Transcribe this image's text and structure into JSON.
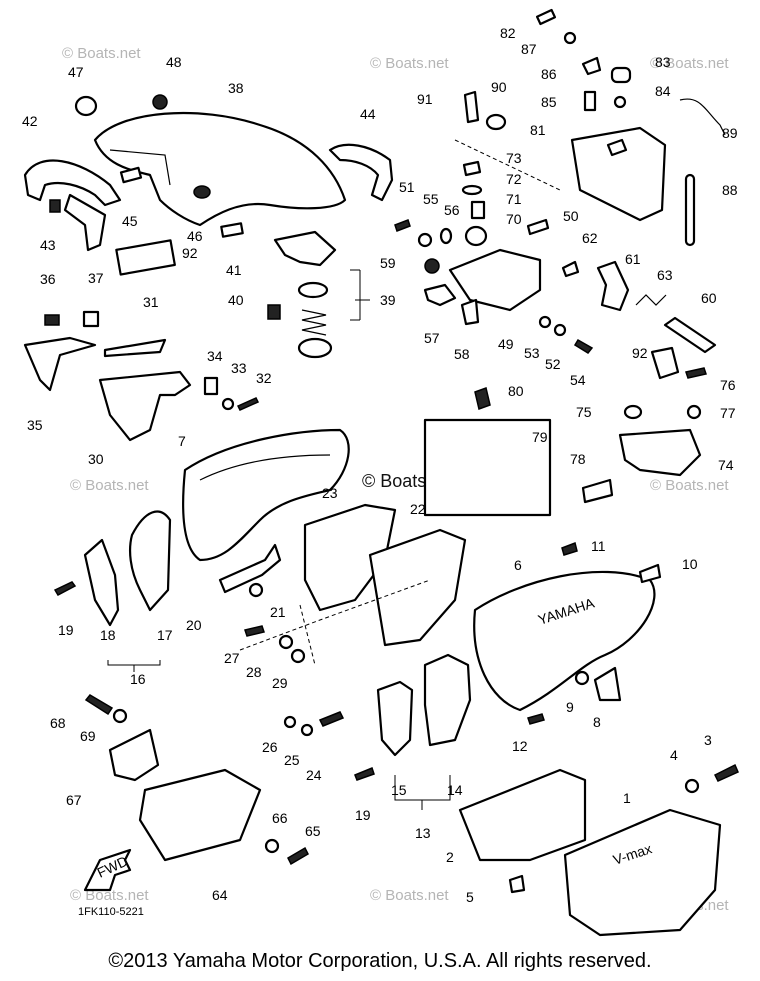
{
  "copyright": "©2013 Yamaha Motor Corporation, U.S.A. All rights reserved.",
  "diagram_code": "1FK110-5221",
  "fwd_label": "FWD",
  "brand_text": "YAMAHA",
  "model_text": "V-max",
  "watermark": "© Boats.net",
  "callouts": [
    "1",
    "2",
    "3",
    "4",
    "5",
    "6",
    "7",
    "8",
    "9",
    "10",
    "11",
    "12",
    "13",
    "14",
    "15",
    "16",
    "17",
    "18",
    "19",
    "19",
    "20",
    "21",
    "22",
    "23",
    "24",
    "25",
    "26",
    "27",
    "28",
    "29",
    "30",
    "31",
    "32",
    "33",
    "34",
    "35",
    "36",
    "37",
    "38",
    "39",
    "40",
    "41",
    "42",
    "43",
    "44",
    "45",
    "46",
    "47",
    "48",
    "49",
    "50",
    "51",
    "52",
    "53",
    "54",
    "55",
    "56",
    "57",
    "58",
    "59",
    "60",
    "61",
    "62",
    "63",
    "64",
    "65",
    "66",
    "67",
    "68",
    "69",
    "70",
    "71",
    "72",
    "73",
    "74",
    "75",
    "76",
    "77",
    "78",
    "79",
    "80",
    "81",
    "82",
    "83",
    "84",
    "85",
    "86",
    "87",
    "88",
    "89",
    "90",
    "91",
    "92",
    "92"
  ]
}
